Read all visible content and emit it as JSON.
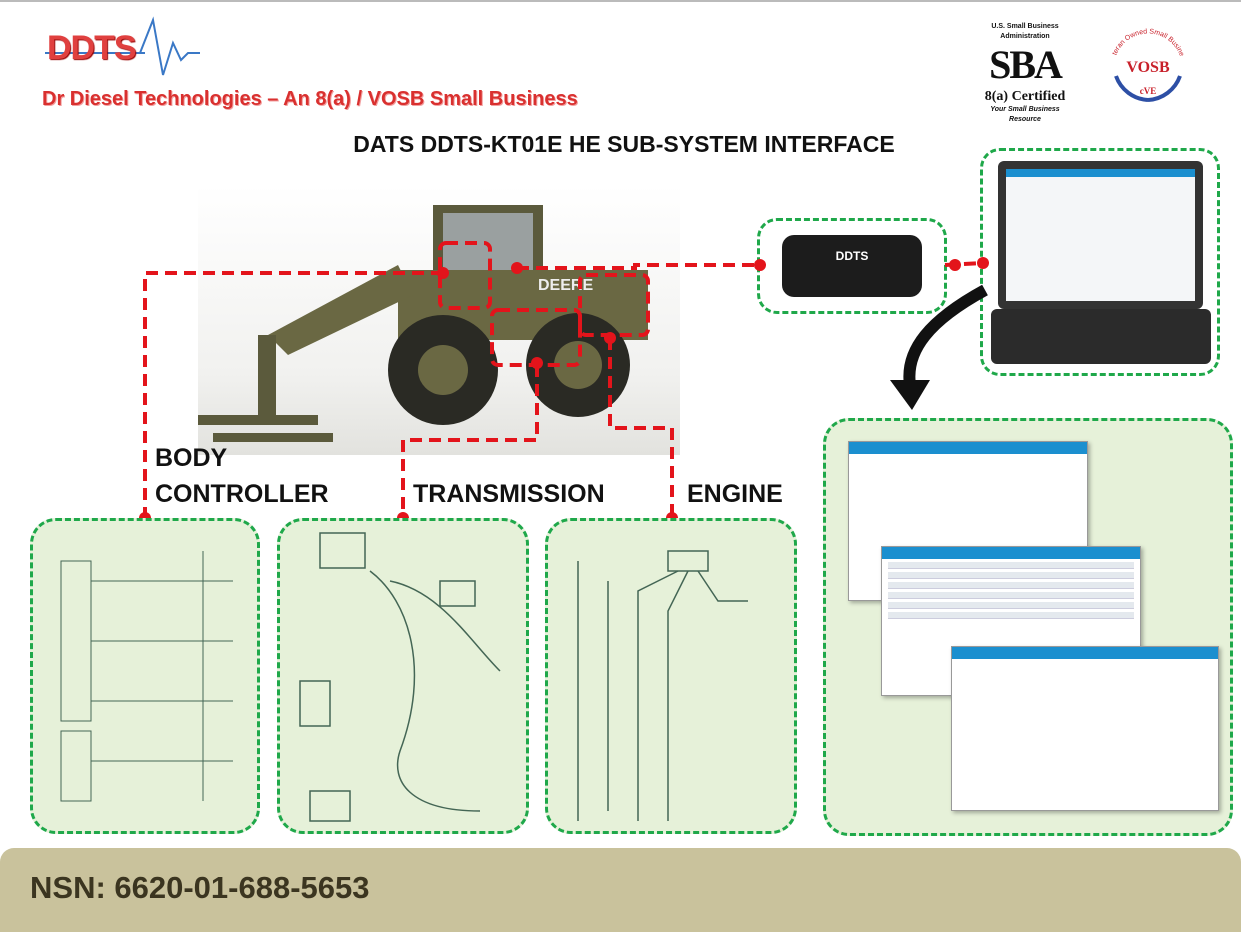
{
  "header": {
    "logo_text": "DDTS",
    "subtitle": "Dr Diesel Technologies – An 8(a) / VOSB Small Business",
    "title": "DATS DDTS-KT01E HE SUB-SYSTEM INTERFACE"
  },
  "certifications": {
    "sba": {
      "agency": "U.S. Small Business Administration",
      "abbr": "SBA",
      "cert": "8(a) Certified",
      "tagline": "Your Small Business Resource"
    },
    "vosb": {
      "ring": "Veteran Owned Small Business",
      "abbr": "VOSB",
      "mark": "cVE"
    }
  },
  "vehicle": {
    "brand": "DEERE"
  },
  "device": {
    "label": "DDTS"
  },
  "subsystems": [
    {
      "label_line1": "BODY",
      "label_line2": "CONTROLLER"
    },
    {
      "label_line1": "TRANSMISSION"
    },
    {
      "label_line1": "ENGINE"
    }
  ],
  "footer": {
    "nsn": "NSN: 6620-01-688-5653"
  },
  "colors": {
    "dash_green": "#1fa84a",
    "wire_red": "#e3141b",
    "footer_bg": "#c9c29c"
  }
}
